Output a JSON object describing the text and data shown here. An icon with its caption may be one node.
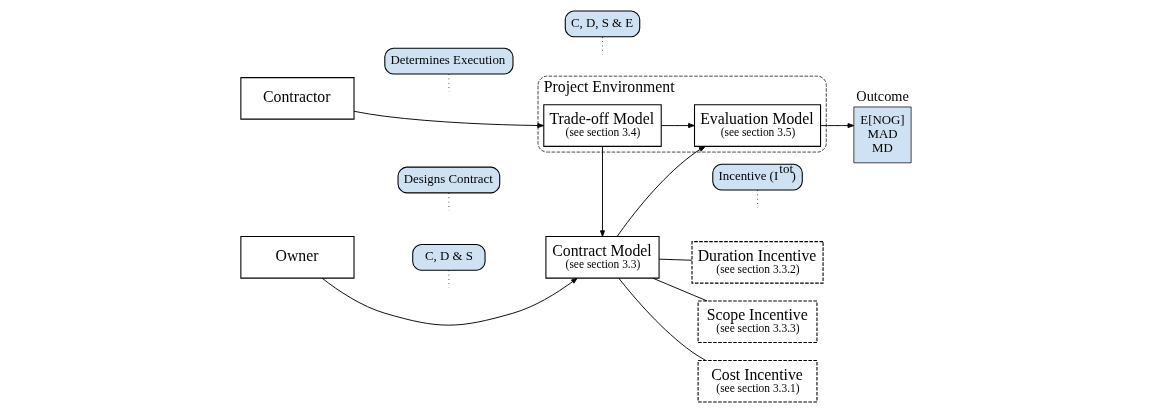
{
  "diagram": {
    "nodes": [
      {
        "text": [
          "Project Environment"
        ]
      },
      {
        "text": [
          "Trade-off Model",
          "(see section 3.4)"
        ],
        "in": 0
      },
      {
        "text": [
          "Evaluation Model",
          "(see section 3.5)"
        ],
        "in": 0
      },
      {
        "text": [
          "Contractor"
        ]
      },
      {
        "text": [
          "Determines Execution"
        ]
      },
      {
        "text": [
          "C, D, S & E"
        ]
      },
      {
        "text": [
          "Outcome",
          "E[NOG] MAD MD"
        ]
      },
      {
        "text": [
          "Owner"
        ]
      },
      {
        "text": [
          "Designs Contract"
        ]
      },
      {
        "text": [
          "C, D & S"
        ]
      },
      {
        "text": [
          "Incentive (I$^{tot}$)"
        ]
      },
      {
        "text": [
          "Contract Model",
          "(see section 3.3)"
        ]
      },
      {
        "text": [
          "Cost Incentive",
          "(see section 3.3.1)"
        ]
      },
      {
        "text": [
          "Duration Incentive",
          "(see section 3.3.2)"
        ]
      },
      {
        "text": [
          "Scope Incentive",
          "(see section 3.3.3)"
        ]
      }
    ],
    "edges": [
      {
        "from": 3,
        "to": 1,
        "arrow": "to"
      },
      {
        "from": 1,
        "to": 2,
        "arrow": "to"
      },
      {
        "from": 2,
        "to": 6,
        "arrow": "to"
      },
      {
        "from": 1,
        "to": 11,
        "arrow": "to"
      },
      {
        "from": 7,
        "to": 11,
        "arrow": "to"
      },
      {
        "from": 11,
        "to": 2,
        "arrow": "to"
      },
      {
        "from": 11,
        "to": 12,
        "arrow": "none"
      },
      {
        "from": 11,
        "to": 13,
        "arrow": "none"
      },
      {
        "from": 11,
        "to": 14,
        "arrow": "none"
      },
      {
        "from": 4,
        "to": null,
        "arrow": "none",
        "style": "dashed"
      },
      {
        "from": 5,
        "to": null,
        "arrow": "none",
        "style": "dashed"
      },
      {
        "from": 8,
        "to": null,
        "arrow": "none",
        "style": "dashed"
      },
      {
        "from": 9,
        "to": null,
        "arrow": "none",
        "style": "dashed"
      },
      {
        "from": 10,
        "to": null,
        "arrow": "none",
        "style": "dashed"
      }
    ]
  }
}
